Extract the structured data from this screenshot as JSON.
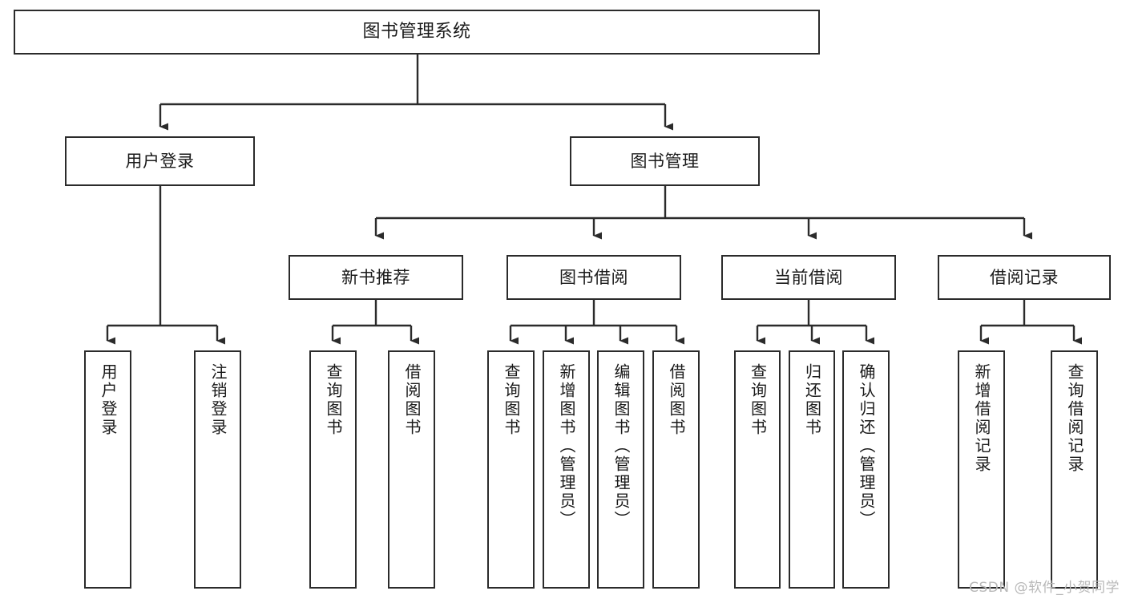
{
  "diagram": {
    "type": "tree",
    "title": "图书管理系统",
    "watermark": "CSDN @软件_小贺同学",
    "colors": {
      "stroke": "#2b2b2b",
      "fill": "#ffffff",
      "text": "#1a1a1a",
      "watermark": "#b8b8b8"
    },
    "levels": {
      "root": {
        "label": "图书管理系统"
      },
      "level2": [
        {
          "label": "用户登录"
        },
        {
          "label": "图书管理"
        }
      ],
      "level3": [
        {
          "label": "新书推荐"
        },
        {
          "label": "图书借阅"
        },
        {
          "label": "当前借阅"
        },
        {
          "label": "借阅记录"
        }
      ],
      "leaves": {
        "user_login": [
          {
            "label": "用户登录"
          },
          {
            "label": "注销登录"
          }
        ],
        "new_book_recommend": [
          {
            "label": "查询图书"
          },
          {
            "label": "借阅图书"
          }
        ],
        "book_borrow": [
          {
            "label": "查询图书"
          },
          {
            "label": "新增图书（管理员）"
          },
          {
            "label": "编辑图书（管理员）"
          },
          {
            "label": "借阅图书"
          }
        ],
        "current_borrow": [
          {
            "label": "查询图书"
          },
          {
            "label": "归还图书"
          },
          {
            "label": "确认归还（管理员）"
          }
        ],
        "borrow_record": [
          {
            "label": "新增借阅记录"
          },
          {
            "label": "查询借阅记录"
          }
        ]
      }
    }
  }
}
